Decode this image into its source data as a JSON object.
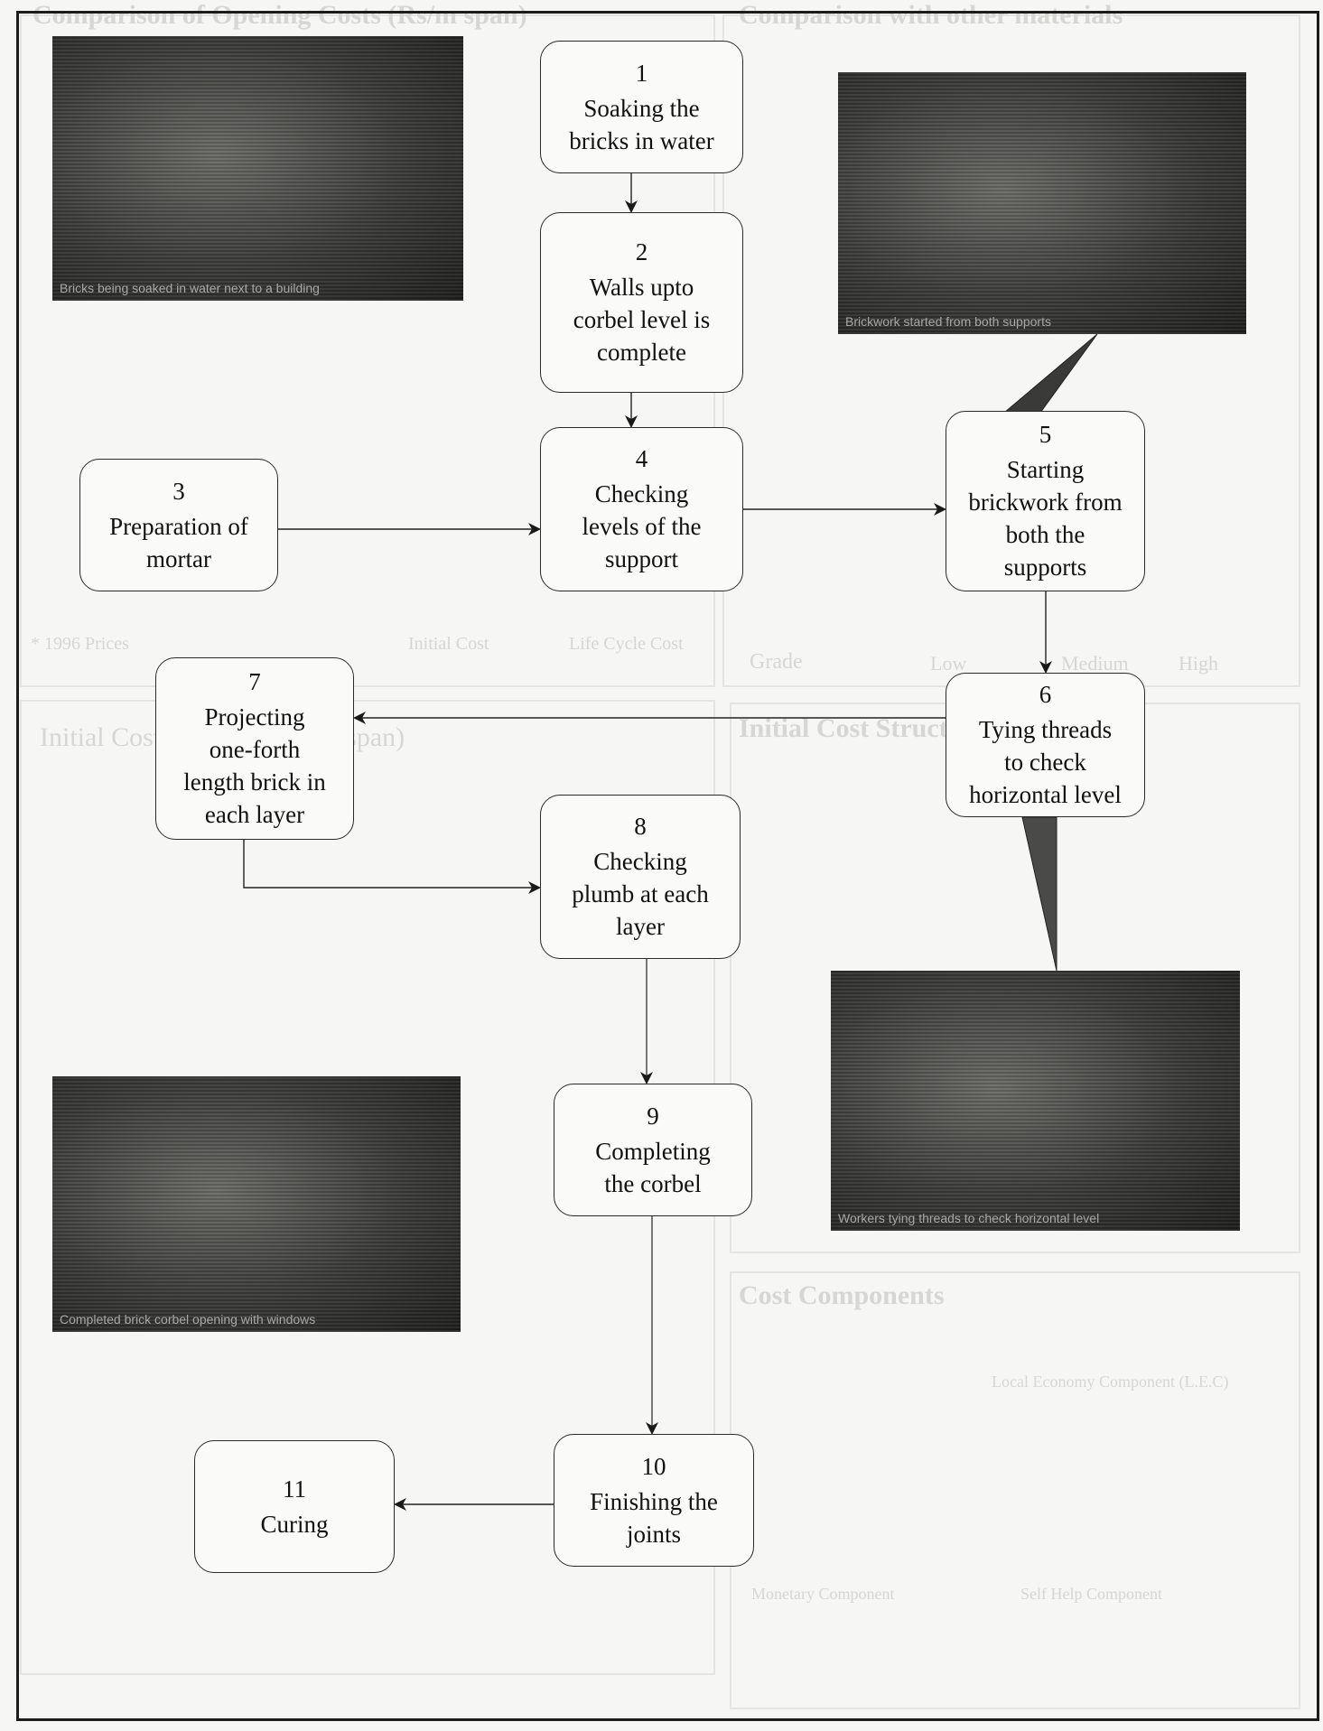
{
  "background_ghost": {
    "headings": [
      "Comparison of Opening Costs (Rs/m span)",
      "Comparison with other materials",
      "Initial Cost Analysis (per m span)",
      "Initial Cost Structure",
      "Cost Components"
    ],
    "footnote": "* 1996 Prices",
    "legend": [
      "Initial Cost",
      "Life Cycle Cost"
    ],
    "grade_legend": [
      "Grade",
      "Low",
      "Medium",
      "High"
    ],
    "components": [
      "Local Economy Component (L.E.C)",
      "Monetary Component",
      "Self Help Component"
    ]
  },
  "photos": [
    {
      "id": "photo-soaking-bricks",
      "alt": "Bricks being soaked in water next to a building"
    },
    {
      "id": "photo-brickwork-supports",
      "alt": "Brickwork started from both supports"
    },
    {
      "id": "photo-threads-level",
      "alt": "Workers tying threads to check horizontal level"
    },
    {
      "id": "photo-completed-corbel",
      "alt": "Completed brick corbel opening with windows"
    }
  ],
  "steps": [
    {
      "n": "1",
      "label": "Soaking the\nbricks in water"
    },
    {
      "n": "2",
      "label": "Walls upto\ncorbel level is\ncomplete"
    },
    {
      "n": "3",
      "label": "Preparation of\nmortar"
    },
    {
      "n": "4",
      "label": "Checking\nlevels of the\nsupport"
    },
    {
      "n": "5",
      "label": "Starting\nbrickwork from\nboth the\nsupports"
    },
    {
      "n": "6",
      "label": "Tying threads\nto check\nhorizontal level"
    },
    {
      "n": "7",
      "label": "Projecting\none-forth\nlength brick in\neach layer"
    },
    {
      "n": "8",
      "label": "Checking\nplumb at each\nlayer"
    },
    {
      "n": "9",
      "label": "Completing\nthe corbel"
    },
    {
      "n": "10",
      "label": "Finishing the\njoints"
    },
    {
      "n": "11",
      "label": "Curing"
    }
  ],
  "flow": [
    {
      "from": "1",
      "to": "2"
    },
    {
      "from": "2",
      "to": "4"
    },
    {
      "from": "3",
      "to": "4"
    },
    {
      "from": "4",
      "to": "5"
    },
    {
      "from": "5",
      "to": "6"
    },
    {
      "from": "6",
      "to": "7"
    },
    {
      "from": "7",
      "to": "8"
    },
    {
      "from": "8",
      "to": "9"
    },
    {
      "from": "9",
      "to": "10"
    },
    {
      "from": "10",
      "to": "11"
    }
  ],
  "colors": {
    "ink": "#111111",
    "border": "#1c1c1c",
    "ghost": "#d6d6d2",
    "paper": "#f6f6f4"
  }
}
